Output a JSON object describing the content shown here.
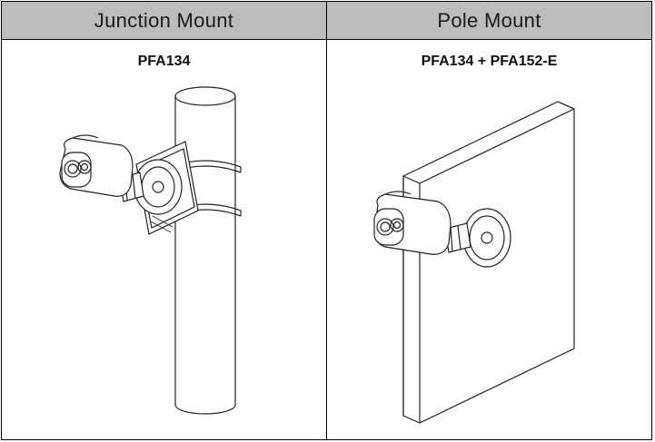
{
  "table": {
    "columns": [
      {
        "header": "Junction Mount",
        "model": "PFA134"
      },
      {
        "header": "Pole Mount",
        "model": "PFA134 + PFA152-E"
      }
    ]
  },
  "icons": {
    "left": "pole-mounted-camera-illustration",
    "right": "wall-mounted-camera-illustration"
  }
}
